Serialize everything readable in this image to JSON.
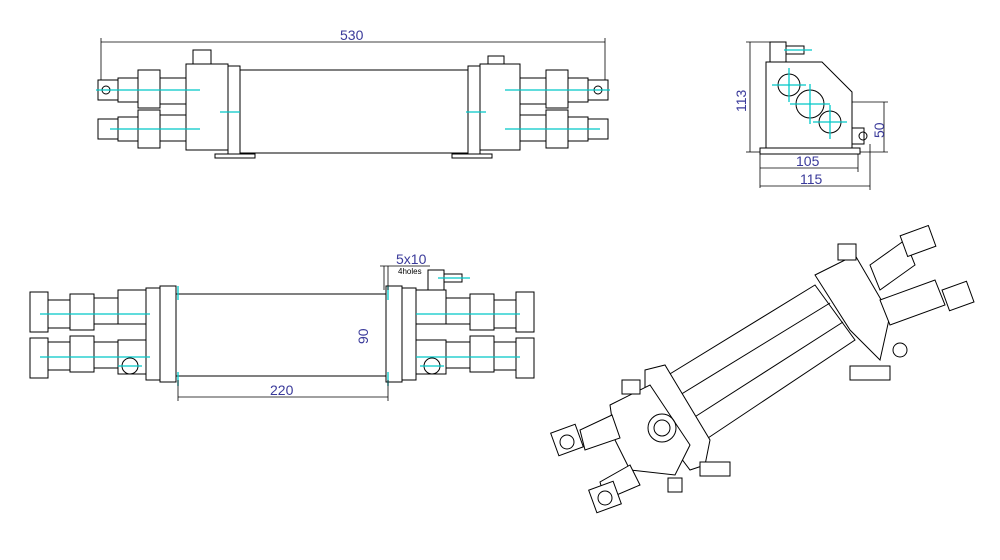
{
  "drawing": {
    "title": "Cylinder assembly technical drawing",
    "colors": {
      "line": "#000000",
      "centerline": "#00c8c8",
      "dimension_text": "#3a3a9a"
    },
    "top_view": {
      "overall_length": "530"
    },
    "end_view": {
      "height": "113",
      "offset_height": "50",
      "base_width": "105",
      "overall_width": "115"
    },
    "plan_view": {
      "slot": "5x10",
      "slot_note": "4holes",
      "body_height": "90",
      "mount_spacing": "220"
    }
  }
}
